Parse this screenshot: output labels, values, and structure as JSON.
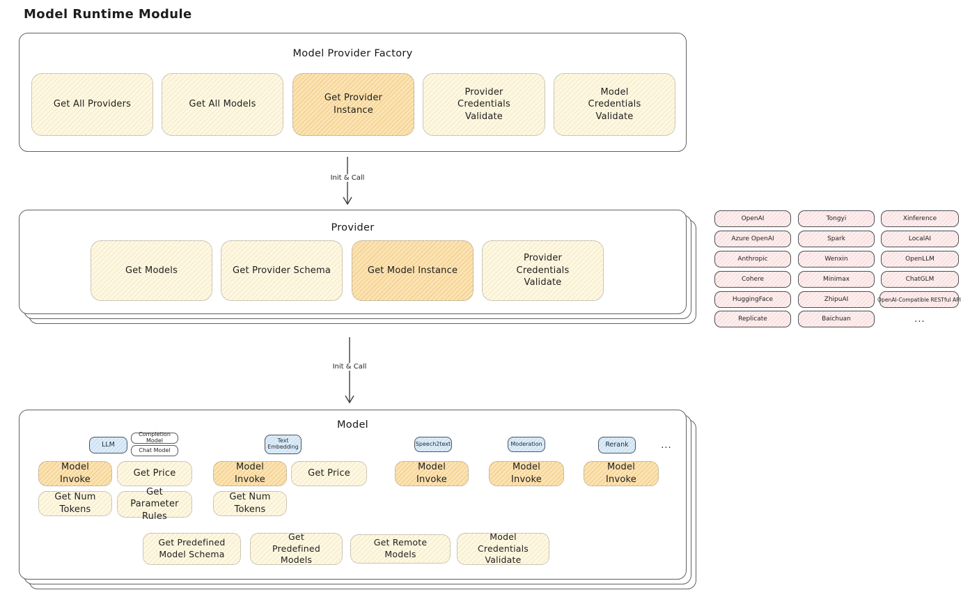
{
  "page": {
    "title": "Model Runtime Module"
  },
  "arrow1": {
    "label": "Init & Call"
  },
  "arrow2": {
    "label": "Init & Call"
  },
  "factory": {
    "title": "Model Provider Factory",
    "buttons": [
      {
        "label": "Get All Providers",
        "variant": "yellow"
      },
      {
        "label": "Get All Models",
        "variant": "yellow"
      },
      {
        "label": "Get Provider Instance",
        "variant": "orange"
      },
      {
        "label": "Provider Credentials Validate",
        "variant": "yellow"
      },
      {
        "label": "Model Credentials Validate",
        "variant": "yellow"
      }
    ]
  },
  "provider": {
    "title": "Provider",
    "buttons": [
      {
        "label": "Get Models",
        "variant": "yellow"
      },
      {
        "label": "Get Provider Schema",
        "variant": "yellow"
      },
      {
        "label": "Get Model Instance",
        "variant": "orange"
      },
      {
        "label": "Provider Credentials Validate",
        "variant": "yellow"
      }
    ]
  },
  "providers": {
    "items": [
      "OpenAI",
      "Tongyi",
      "Xinference",
      "Azure OpenAI",
      "Spark",
      "LocalAI",
      "Anthropic",
      "Wenxin",
      "OpenLLM",
      "Cohere",
      "Minimax",
      "ChatGLM",
      "HuggingFace",
      "ZhipuAI",
      "OpenAI-Compatible RESTful API",
      "Replicate",
      "Baichuan"
    ],
    "more": "..."
  },
  "model": {
    "title": "Model",
    "tags": [
      "LLM",
      "Completion Model",
      "Chat Model",
      "Text Embedding",
      "Speech2text",
      "Moderation",
      "Rerank"
    ],
    "more": "...",
    "row1": [
      "Model Invoke",
      "Get Price",
      "Model Invoke",
      "Get Price",
      "Model Invoke",
      "Model Invoke",
      "Model Invoke"
    ],
    "row2": [
      "Get Num Tokens",
      "Get Parameter Rules",
      "Get Num Tokens"
    ],
    "bottom": [
      "Get Predefined Model Schema",
      "Get Predefined Models",
      "Get Remote Models",
      "Model Credentials Validate"
    ]
  },
  "colors": {
    "yellow_fill": "#fdf8e3",
    "orange_fill": "#fbe4b4",
    "pink_fill": "#fdeeee",
    "blue_fill": "#ddecf8",
    "ink": "#1d1d1d",
    "panel_border": "#606060"
  }
}
